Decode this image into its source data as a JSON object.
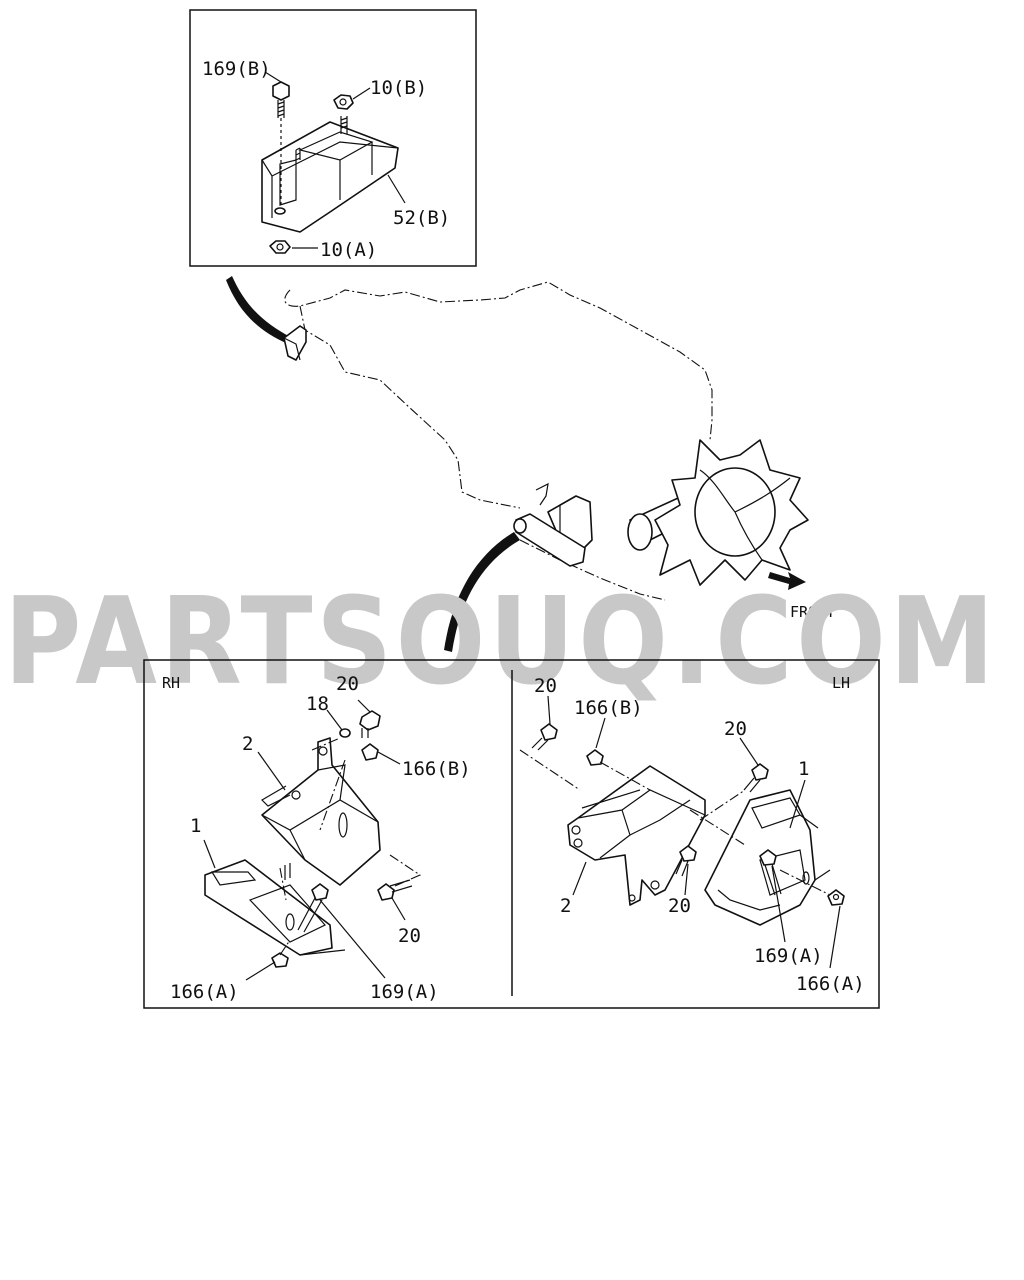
{
  "watermark": "PARTSOUQ.COM",
  "front_label": "FRONT",
  "inset_top": {
    "labels": {
      "bolt_169b": "169(B)",
      "nut_10b": "10(B)",
      "mount_52b": "52(B)",
      "nut_10a": "10(A)"
    }
  },
  "bottom_panel": {
    "rh": {
      "title": "RH",
      "labels": {
        "bracket_2": "2",
        "washer_18": "18",
        "bolt_20_top": "20",
        "nut_166b": "166(B)",
        "mount_1": "1",
        "bolt_20_bottom": "20",
        "nut_166a": "166(A)",
        "bolt_169a": "169(A)"
      }
    },
    "lh": {
      "title": "LH",
      "labels": {
        "bolt_20_left": "20",
        "nut_166b": "166(B)",
        "bolt_20_right": "20",
        "mount_1": "1",
        "bracket_2": "2",
        "bolt_20_mid": "20",
        "bolt_169a": "169(A)",
        "nut_166a": "166(A)"
      }
    }
  }
}
